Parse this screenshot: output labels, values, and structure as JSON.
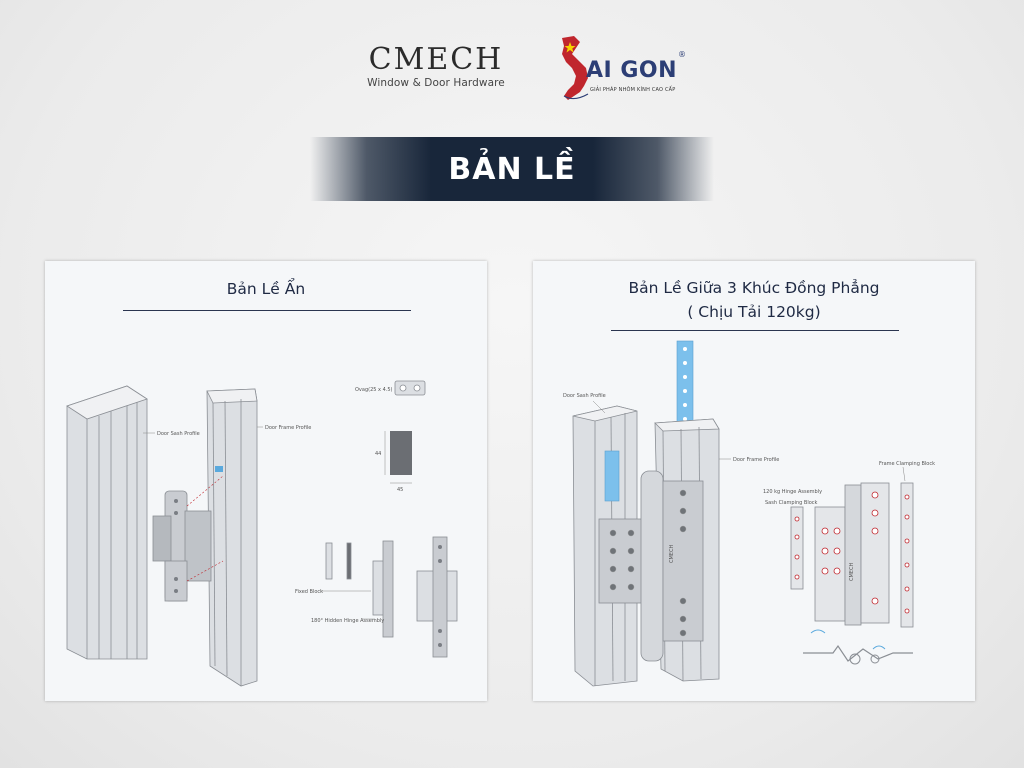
{
  "logos": {
    "cmech": {
      "name": "CMECH",
      "tagline": "Window & Door Hardware"
    },
    "saigon": {
      "name": "AI GON",
      "reg": "®",
      "tagline": "GIẢI PHÁP NHÔM KÍNH CAO CẤP"
    }
  },
  "banner": {
    "title": "BẢN LỀ"
  },
  "cards": [
    {
      "title": "Bản Lề Ẩn",
      "labels": {
        "sash": "Door Sash Profile",
        "frame": "Door Frame Profile",
        "dim_top": "Ovag(25 x 4.5)",
        "dim_side": "44",
        "dim_bottom": "45",
        "fixed_block": "Fixed Block",
        "assembly": "180° Hidden Hinge Assembly"
      }
    },
    {
      "title_line1": "Bản Lề Giữa 3 Khúc Đồng Phẳng",
      "title_line2": "( Chịu Tải 120kg)",
      "labels": {
        "sash": "Door Sash Profile",
        "frame": "Door Frame Profile",
        "assembly": "120 kg Hinge Assembly",
        "sash_block": "Sash Clamping Block",
        "frame_block": "Frame Clamping Block",
        "hinge_mark": "CMECH"
      }
    }
  ],
  "colors": {
    "banner": "#18263a",
    "accent_blue": "#5aa9dd",
    "accent_red": "#c0262d",
    "saigon_blue": "#2c3e75"
  }
}
